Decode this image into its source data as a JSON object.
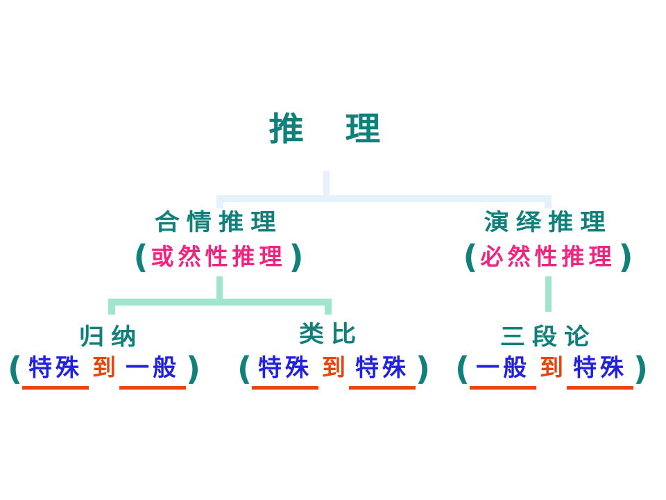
{
  "colors": {
    "teal": "#11807A",
    "magenta": "#F0257F",
    "blue": "#2222DD",
    "orange": "#E8440E",
    "connector_blue": "#E5F1FB",
    "connector_mint": "#A0E6CF"
  },
  "slide": {
    "title": "推　理",
    "tree": {
      "branches": [
        {
          "label": "合情推理",
          "open": "(",
          "annotation": "或然性推理",
          "close": ")",
          "children": [
            {
              "label": "归纳",
              "open": "(",
              "from": "特殊",
              "to_word": "到",
              "dest": "一般",
              "close": ")"
            },
            {
              "label": "类比",
              "open": "(",
              "from": "特殊",
              "to_word": "到",
              "dest": "特殊",
              "close": ")"
            }
          ]
        },
        {
          "label": "演绎推理",
          "open": "(",
          "annotation": "必然性推理",
          "close": ")",
          "children": [
            {
              "label": "三段论",
              "open": "(",
              "from": "一般",
              "to_word": "到",
              "dest": "特殊",
              "close": ")"
            }
          ]
        }
      ]
    }
  }
}
